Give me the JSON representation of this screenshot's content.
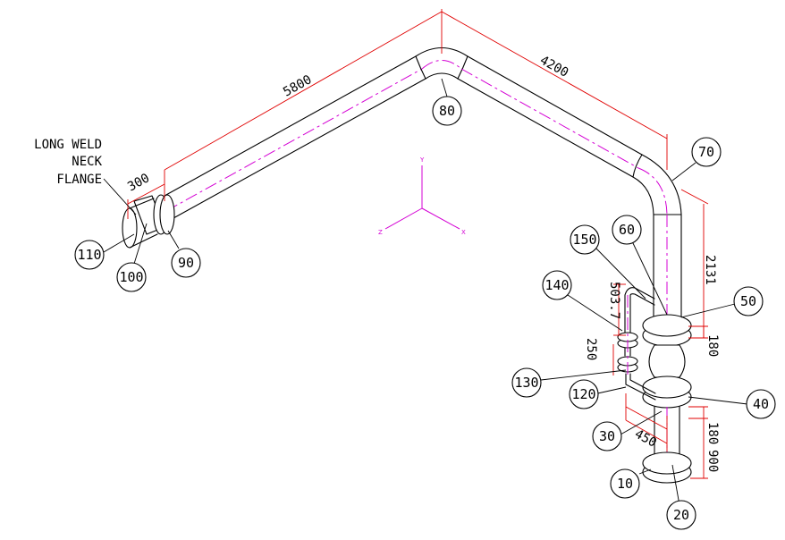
{
  "note": {
    "lines": [
      "LONG WELD",
      "NECK",
      "FLANGE"
    ]
  },
  "dimensions": {
    "d5800": "5800",
    "d4200": "4200",
    "d300": "300",
    "d2131": "2131",
    "d180a": "180",
    "d180b": "180",
    "d900": "900",
    "d450": "450",
    "d5037": "503.7",
    "d250": "250"
  },
  "axes": {
    "x": "X",
    "y": "Y",
    "z": "Z"
  },
  "bubbles": {
    "b10": "10",
    "b20": "20",
    "b30": "30",
    "b40": "40",
    "b50": "50",
    "b60": "60",
    "b70": "70",
    "b80": "80",
    "b90": "90",
    "b100": "100",
    "b110": "110",
    "b120": "120",
    "b130": "130",
    "b140": "140",
    "b150": "150"
  },
  "colors": {
    "centerline": "#d400d4",
    "dimension": "#e00000",
    "outline": "#000000"
  }
}
